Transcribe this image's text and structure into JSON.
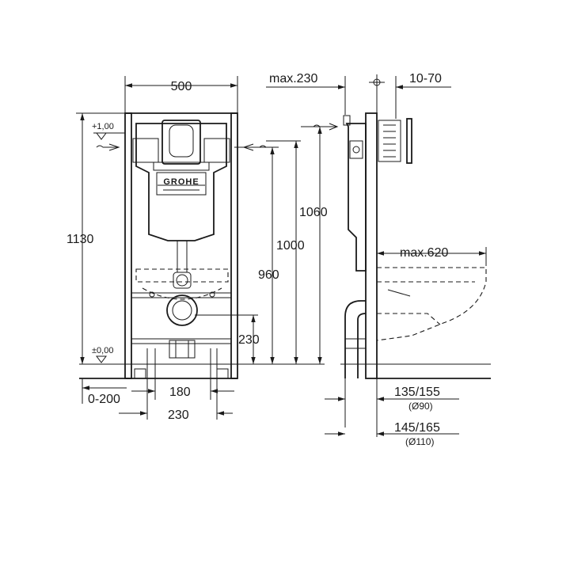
{
  "brand": {
    "logo_text": "GROHE"
  },
  "dimensions": {
    "width_500": "500",
    "height_1130": "1130",
    "level_top": "+1,00",
    "level_floor": "±0,00",
    "offset_0_200": "0-200",
    "drain_180": "180",
    "drain_230_width": "230",
    "height_960": "960",
    "height_1000": "1000",
    "height_1060": "1060",
    "height_230": "230",
    "max_230": "max.230",
    "range_10_70": "10-70",
    "max_620": "max.620",
    "pipe_135_155": "135/155",
    "pipe_d90": "(Ø90)",
    "pipe_145_165": "145/165",
    "pipe_d110": "(Ø110)"
  },
  "colors": {
    "line": "#1a1a1a",
    "background": "#ffffff"
  }
}
